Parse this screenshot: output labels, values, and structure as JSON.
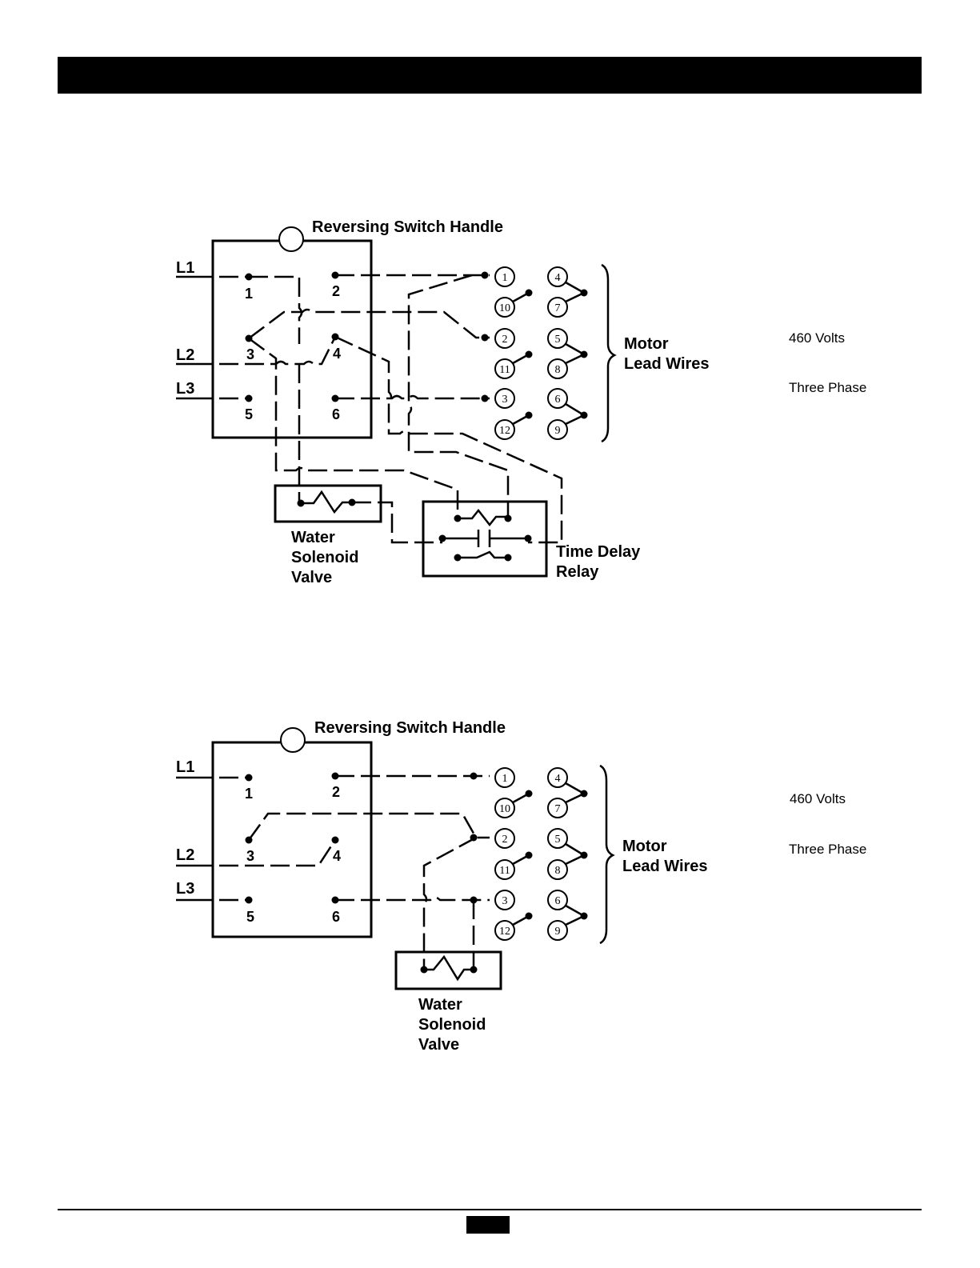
{
  "diagrams": [
    {
      "handle_label": "Reversing Switch Handle",
      "lines": [
        "L1",
        "L2",
        "L3"
      ],
      "switch_terminals": [
        "1",
        "2",
        "3",
        "4",
        "5",
        "6"
      ],
      "motor_leads": [
        "1",
        "2",
        "3",
        "4",
        "5",
        "6",
        "7",
        "8",
        "9",
        "10",
        "11",
        "12"
      ],
      "motor_label": [
        "Motor",
        "Lead Wires"
      ],
      "valve_label": [
        "Water",
        "Solenoid",
        "Valve"
      ],
      "relay_label": [
        "Time Delay",
        "Relay"
      ],
      "voltage": "460 Volts",
      "phase": "Three Phase"
    },
    {
      "handle_label": "Reversing Switch Handle",
      "lines": [
        "L1",
        "L2",
        "L3"
      ],
      "switch_terminals": [
        "1",
        "2",
        "3",
        "4",
        "5",
        "6"
      ],
      "motor_leads": [
        "1",
        "2",
        "3",
        "4",
        "5",
        "6",
        "7",
        "8",
        "9",
        "10",
        "11",
        "12"
      ],
      "motor_label": [
        "Motor",
        "Lead Wires"
      ],
      "valve_label": [
        "Water",
        "Solenoid",
        "Valve"
      ],
      "voltage": "460 Volts",
      "phase": "Three Phase"
    }
  ]
}
